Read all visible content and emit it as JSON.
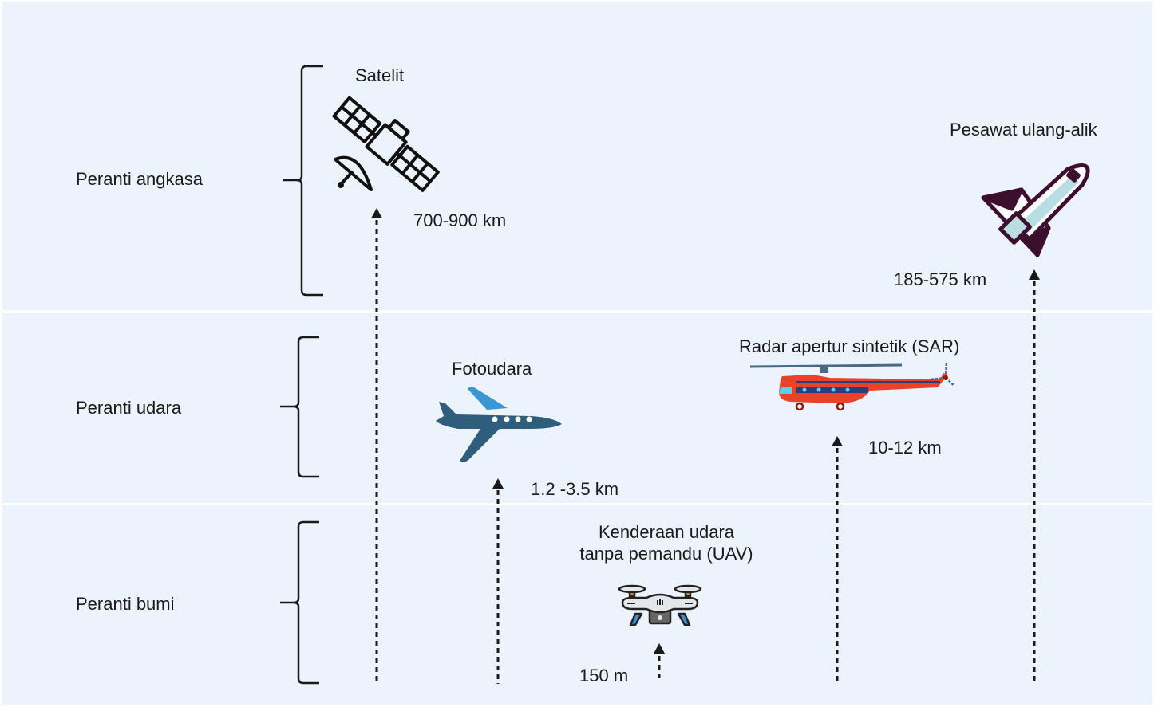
{
  "categories": [
    {
      "id": "space",
      "label": "Peranti angkasa"
    },
    {
      "id": "air",
      "label": "Peranti udara"
    },
    {
      "id": "ground",
      "label": "Peranti bumi"
    }
  ],
  "platforms": [
    {
      "id": "satellite",
      "name": "Satelit",
      "altitude": "700-900 km",
      "icon": "satellite-icon",
      "category": "space"
    },
    {
      "id": "shuttle",
      "name": "Pesawat ulang-alik",
      "altitude": "185-575 km",
      "icon": "space-shuttle-icon",
      "category": "space"
    },
    {
      "id": "aerial-photo",
      "name": "Fotoudara",
      "altitude": "1.2 -3.5 km",
      "icon": "airplane-icon",
      "category": "air"
    },
    {
      "id": "sar",
      "name": "Radar apertur sintetik (SAR)",
      "altitude": "10-12 km",
      "icon": "helicopter-icon",
      "category": "air"
    },
    {
      "id": "uav",
      "name_line1": "Kenderaan udara",
      "name_line2": "tanpa pemandu (UAV)",
      "altitude": "150 m",
      "icon": "drone-icon",
      "category": "ground"
    }
  ],
  "colors": {
    "band_background": "#edf3fc",
    "divider": "#ffffff",
    "line": "#1a1a1a",
    "airplane_body": "#2f5d7c",
    "airplane_wing": "#3a97d4",
    "helicopter_body": "#e8432a",
    "helicopter_stripe": "#2a3f7a",
    "shuttle_outline": "#3d0f2e",
    "shuttle_fill": "#ffffff",
    "shuttle_accent": "#b9dde3",
    "drone_body": "#e4e6ea",
    "drone_legs": "#3f8fd2",
    "drone_motor": "#f28c28"
  }
}
